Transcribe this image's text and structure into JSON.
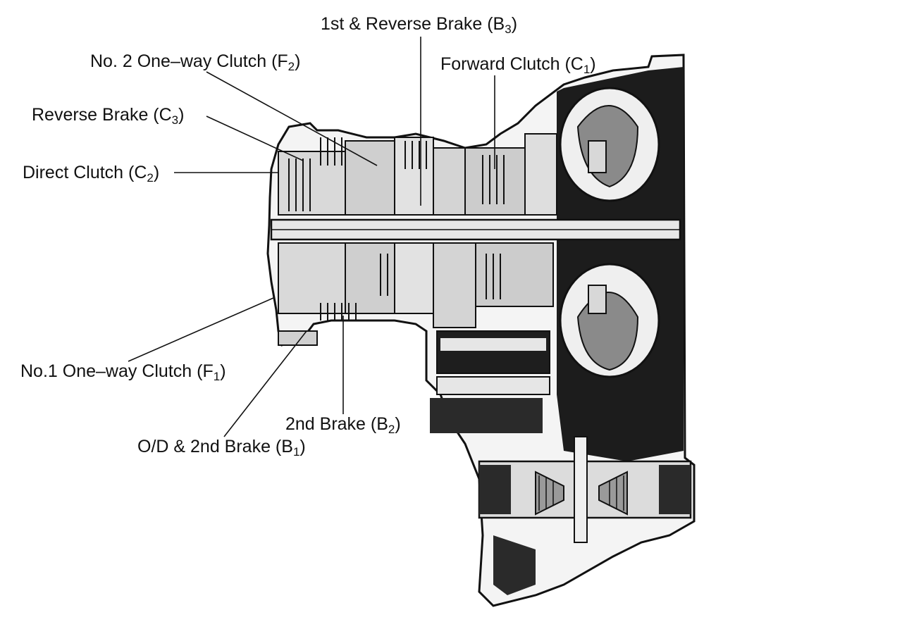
{
  "labels": {
    "b3": {
      "text": "1st & Reverse Brake (B",
      "sub": "3",
      "close": ")"
    },
    "f2": {
      "text": "No. 2 One–way Clutch (F",
      "sub": "2",
      "close": ")"
    },
    "c1": {
      "text": "Forward Clutch (C",
      "sub": "1",
      "close": ")"
    },
    "c3": {
      "text": "Reverse Brake (C",
      "sub": "3",
      "close": ")"
    },
    "c2": {
      "text": "Direct Clutch (C",
      "sub": "2",
      "close": ")"
    },
    "f1": {
      "text": "No.1 One–way Clutch (F",
      "sub": "1",
      "close": ")"
    },
    "b2": {
      "text": "2nd Brake (B",
      "sub": "2",
      "close": ")"
    },
    "b1": {
      "text": "O/D & 2nd Brake (B",
      "sub": "1",
      "close": ")"
    }
  },
  "colors": {
    "ink": "#111111",
    "background": "#ffffff",
    "shade": "#2a2a2a"
  }
}
